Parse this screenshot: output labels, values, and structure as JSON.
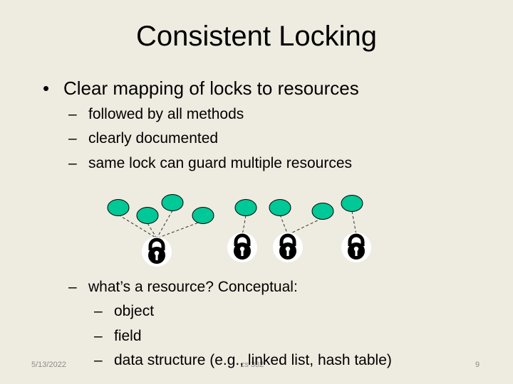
{
  "slide": {
    "title": "Consistent Locking",
    "bullet": "Clear mapping of locks to resources",
    "sub_items": [
      "followed by all methods",
      "clearly documented",
      "same lock can guard multiple resources"
    ],
    "resource_question": "what’s a resource?  Conceptual:",
    "resource_examples": [
      "object",
      "field",
      "data structure (e.g., linked list, hash table)"
    ]
  },
  "footer": {
    "date": "5/13/2022",
    "course": "cs 332",
    "page_number": "9"
  },
  "colors": {
    "background": "#eeebe0",
    "resource_fill": "#00c896",
    "lock": "#000000",
    "footer_text": "#8c8c8c"
  }
}
